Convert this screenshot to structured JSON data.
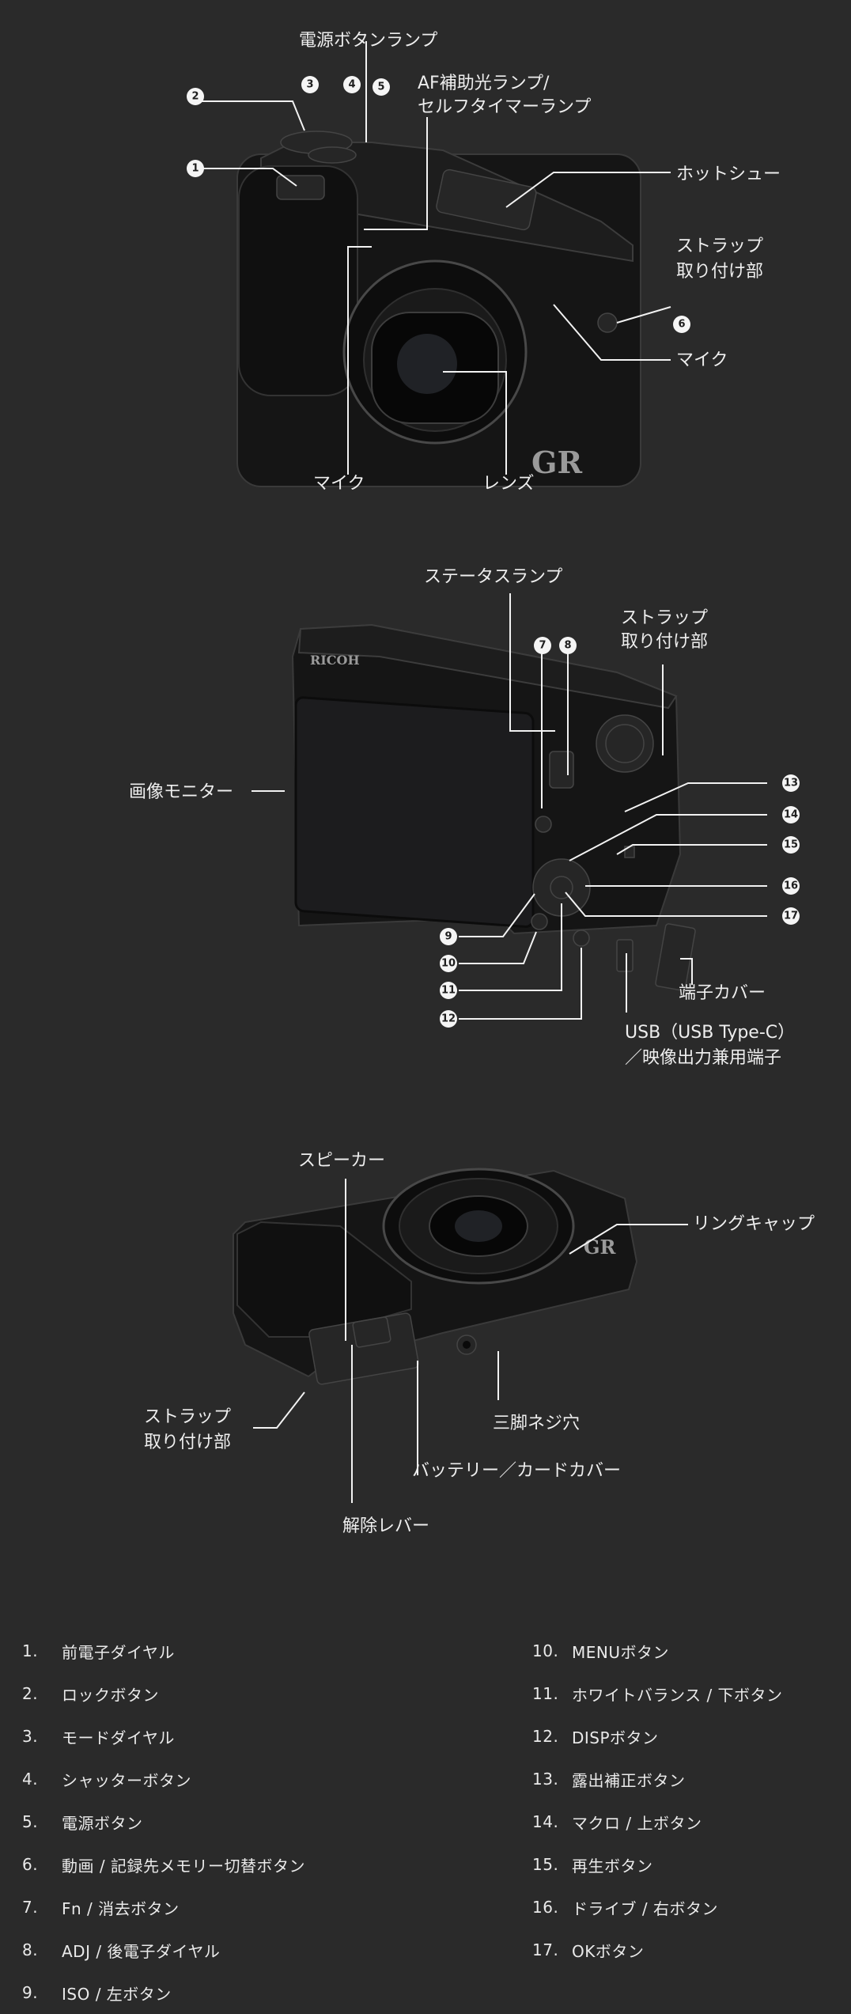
{
  "front": {
    "labels": {
      "power_lamp": "電源ボタンランプ",
      "af_lamp_1": "AF補助光ランプ/",
      "af_lamp_2": "セルフタイマーランプ",
      "hot_shoe": "ホットシュー",
      "strap_1": "ストラップ",
      "strap_2": "取り付け部",
      "mic_right": "マイク",
      "mic_left": "マイク",
      "lens": "レンズ",
      "logo": "GR"
    },
    "callouts": [
      "1",
      "2",
      "3",
      "4",
      "5",
      "6"
    ]
  },
  "back": {
    "labels": {
      "status_lamp": "ステータスランプ",
      "strap_1": "ストラップ",
      "strap_2": "取り付け部",
      "monitor": "画像モニター",
      "terminal_cover": "端子カバー",
      "usb_1": "USB（USB Type-C）",
      "usb_2": "／映像出力兼用端子",
      "brand": "RICOH"
    },
    "callouts": [
      "7",
      "8",
      "9",
      "10",
      "11",
      "12",
      "13",
      "14",
      "15",
      "16",
      "17"
    ]
  },
  "bottom": {
    "labels": {
      "speaker": "スピーカー",
      "ring_cap": "リングキャップ",
      "strap_1": "ストラップ",
      "strap_2": "取り付け部",
      "tripod": "三脚ネジ穴",
      "battery_cover": "バッテリー／カードカバー",
      "release_lever": "解除レバー",
      "logo": "GR"
    }
  },
  "legend": {
    "left": [
      {
        "num": "1.",
        "text": "前電子ダイヤル"
      },
      {
        "num": "2.",
        "text": "ロックボタン"
      },
      {
        "num": "3.",
        "text": "モードダイヤル"
      },
      {
        "num": "4.",
        "text": "シャッターボタン"
      },
      {
        "num": "5.",
        "text": "電源ボタン"
      },
      {
        "num": "6.",
        "text": "動画 / 記録先メモリー切替ボタン"
      },
      {
        "num": "7.",
        "text": "Fn / 消去ボタン"
      },
      {
        "num": "8.",
        "text": "ADJ / 後電子ダイヤル"
      },
      {
        "num": "9.",
        "text": "ISO / 左ボタン"
      }
    ],
    "right": [
      {
        "num": "10.",
        "text": "MENUボタン"
      },
      {
        "num": "11.",
        "text": "ホワイトバランス / 下ボタン"
      },
      {
        "num": "12.",
        "text": "DISPボタン"
      },
      {
        "num": "13.",
        "text": "露出補正ボタン"
      },
      {
        "num": "14.",
        "text": "マクロ / 上ボタン"
      },
      {
        "num": "15.",
        "text": "再生ボタン"
      },
      {
        "num": "16.",
        "text": "ドライブ / 右ボタン"
      },
      {
        "num": "17.",
        "text": "OKボタン"
      }
    ]
  }
}
